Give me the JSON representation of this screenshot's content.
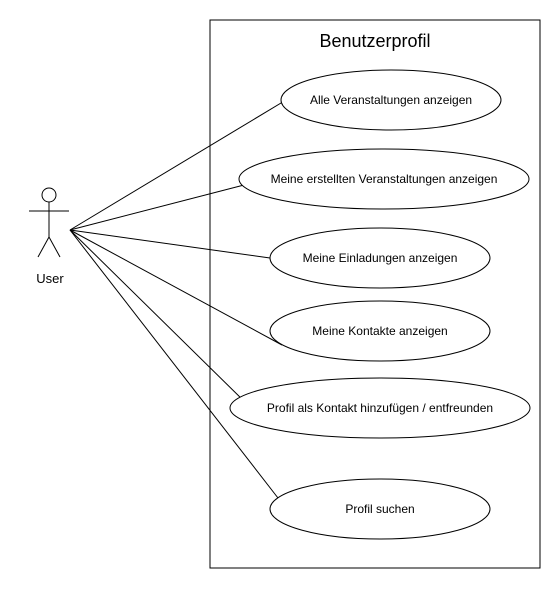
{
  "diagram": {
    "system": {
      "title": "Benutzerprofil"
    },
    "actor": {
      "name": "User"
    },
    "use_cases": [
      {
        "label": "Alle Veranstaltungen anzeigen"
      },
      {
        "label": "Meine erstellten Veranstaltungen anzeigen"
      },
      {
        "label": "Meine Einladungen anzeigen"
      },
      {
        "label": "Meine Kontakte anzeigen"
      },
      {
        "label": "Profil als Kontakt hinzufügen / entfreunden"
      },
      {
        "label": "Profil suchen"
      }
    ],
    "colors": {
      "stroke": "#000000",
      "fill": "#ffffff",
      "text": "#000000"
    }
  }
}
